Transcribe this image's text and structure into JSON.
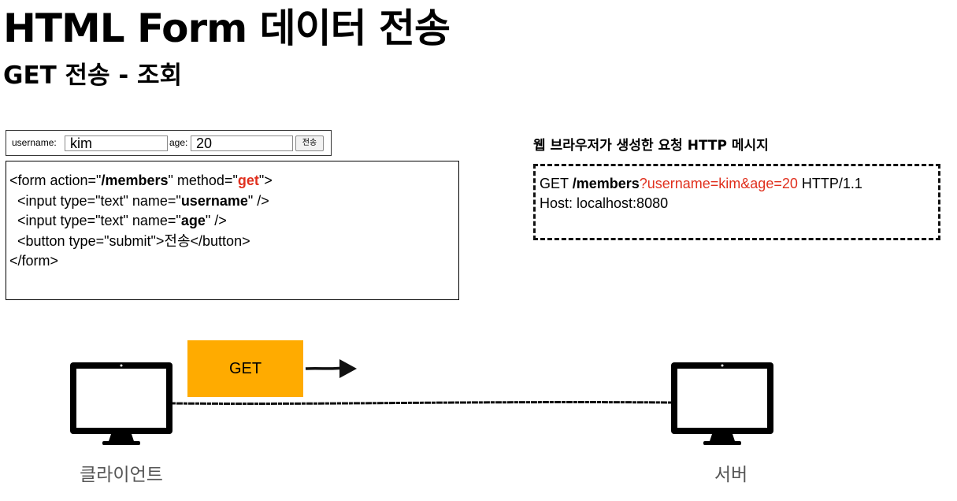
{
  "header": {
    "title": "HTML Form 데이터 전송",
    "subtitle": "GET 전송 - 조회"
  },
  "form_demo": {
    "username_label": "username:",
    "username_value": "kim",
    "age_label": "age:",
    "age_value": "20",
    "submit_label": "전송"
  },
  "code": {
    "line1": {
      "a": "<form action=\"",
      "b": "/members",
      "c": "\" method=\"",
      "d": "get",
      "e": "\">"
    },
    "line2": {
      "a": "  <input type=\"text\" name=\"",
      "b": "username",
      "c": "\" />"
    },
    "line3": {
      "a": "  <input type=\"text\" name=\"",
      "b": "age",
      "c": "\" />"
    },
    "line4": "  <button type=\"submit\">전송</button>",
    "line5": "</form>"
  },
  "http_message": {
    "title": "웹 브라우저가 생성한 요청 HTTP 메시지",
    "line1": {
      "a": "GET ",
      "b": "/members",
      "c": "?username=kim&age=20",
      "d": " HTTP/1.1"
    },
    "line2": "Host: localhost:8080"
  },
  "diagram": {
    "method_label": "GET",
    "client_label": "클라이언트",
    "server_label": "서버",
    "accent_color": "#ffab00",
    "highlight_color": "#e0301e",
    "icons": [
      "monitor-icon",
      "monitor-icon",
      "arrow-right-icon"
    ]
  }
}
